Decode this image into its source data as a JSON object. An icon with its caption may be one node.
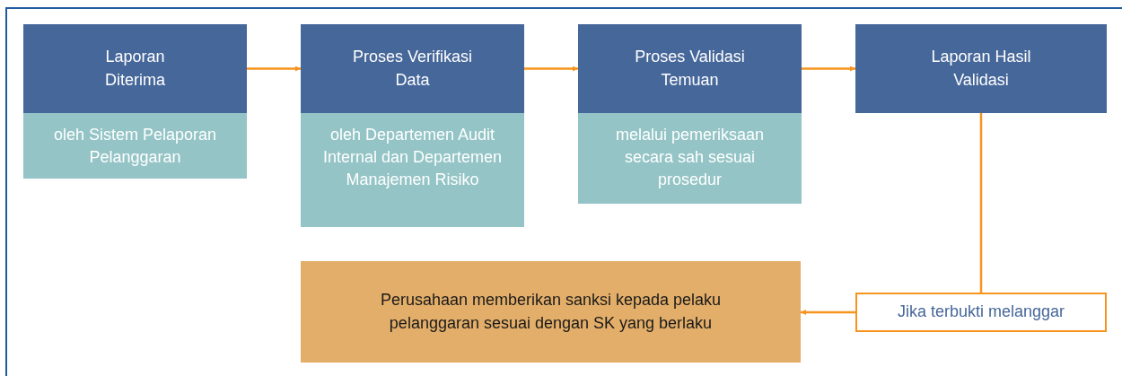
{
  "diagram": {
    "nodes": [
      {
        "text": [
          "Laporan Diterima"
        ]
      },
      {
        "text": [
          "oleh Sistem Pelaporan Pelanggaran"
        ]
      },
      {
        "text": [
          "Proses Verifikasi Data"
        ]
      },
      {
        "text": [
          "oleh Departemen Audit Internal dan Departemen Manajemen Risiko"
        ]
      },
      {
        "text": [
          "Proses Validasi Temuan"
        ]
      },
      {
        "text": [
          "melalui pemeriksaan secara sah sesuai prosedur"
        ]
      },
      {
        "text": [
          "Laporan Hasil Validasi"
        ]
      },
      {
        "text": [
          "Jika terbukti melanggar"
        ]
      },
      {
        "text": [
          "Perusahaan memberikan sanksi kepada pelaku pelanggaran sesuai dengan SK yang berlaku"
        ]
      }
    ],
    "edges": [
      {
        "from": 0,
        "to": 2,
        "arrow": "to"
      },
      {
        "from": 2,
        "to": 4,
        "arrow": "to"
      },
      {
        "from": 4,
        "to": 6,
        "arrow": "to"
      },
      {
        "from": 6,
        "to": 7,
        "arrow": "none"
      },
      {
        "from": 7,
        "to": 8,
        "arrow": "to"
      }
    ]
  }
}
